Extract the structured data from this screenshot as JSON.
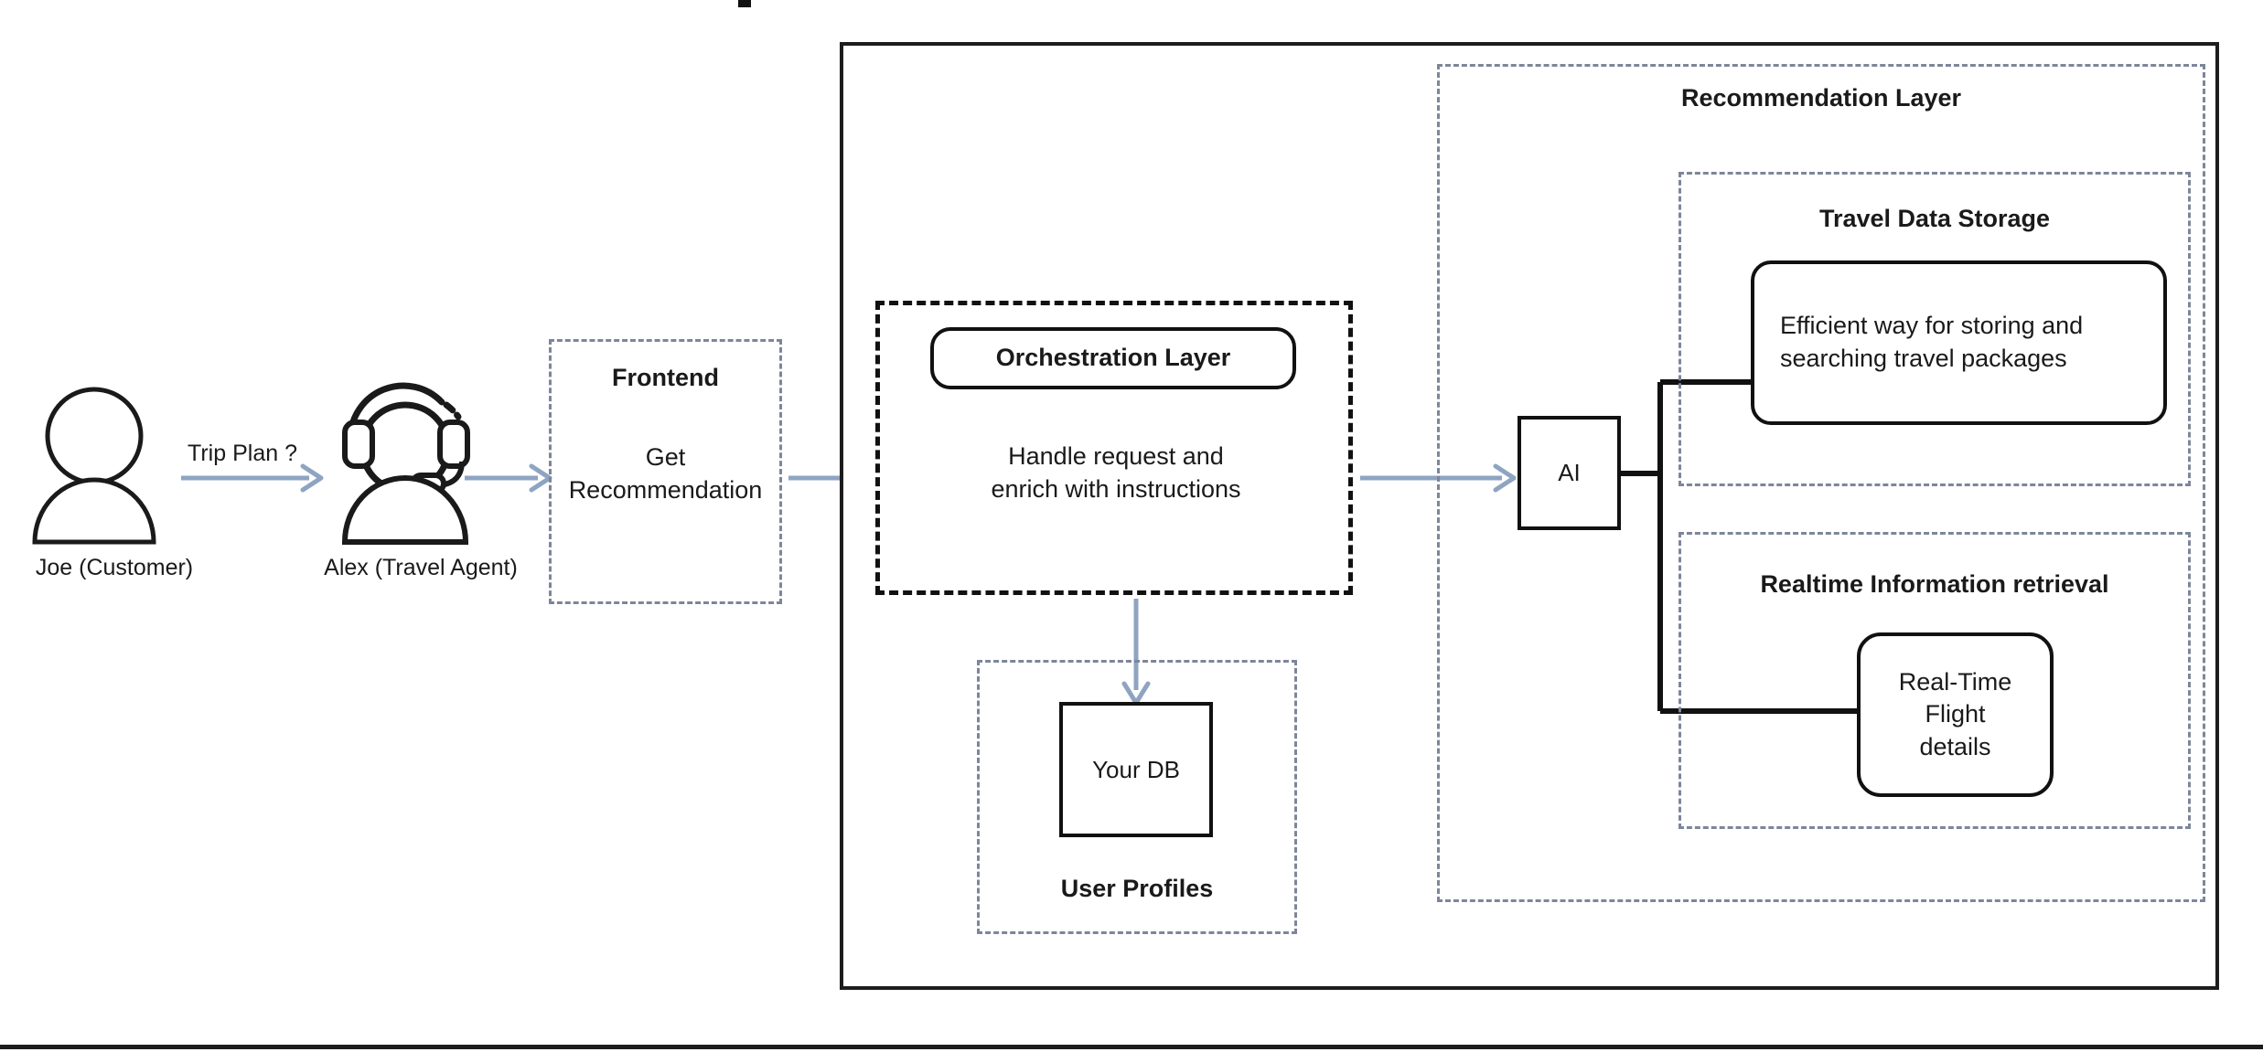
{
  "diagram": {
    "title_cutoff": "",
    "actors": [
      {
        "id": "customer",
        "icon": "person-icon",
        "label": "Joe (Customer)"
      },
      {
        "id": "travel-agent",
        "icon": "person-headset-icon",
        "label": "Alex (Travel Agent)"
      }
    ],
    "edges": [
      {
        "id": "trip-plan",
        "label": "Trip Plan ?",
        "color": "#8ea4c2",
        "style": "solid-arrow"
      },
      {
        "id": "agent-to-frontend",
        "label": "",
        "color": "#8ea4c2",
        "style": "solid-arrow"
      },
      {
        "id": "frontend-to-orchestration",
        "label": "",
        "color": "#8ea4c2",
        "style": "solid-arrow"
      },
      {
        "id": "orchestration-to-ai",
        "label": "",
        "color": "#8ea4c2",
        "style": "solid-arrow"
      },
      {
        "id": "orchestration-to-userdb",
        "label": "",
        "color": "#8ea4c2",
        "style": "solid-arrow-down"
      },
      {
        "id": "ai-to-travel-data",
        "label": "",
        "color": "#111111",
        "style": "elbow-arrow"
      },
      {
        "id": "ai-to-realtime",
        "label": "",
        "color": "#111111",
        "style": "elbow-arrow"
      }
    ],
    "frontend": {
      "title": "Frontend",
      "body": "Get\nRecommendation",
      "border": "#7d8699"
    },
    "orchestration": {
      "title": "Orchestration Layer",
      "body": "Handle request and\nenrich with instructions",
      "border": "#111111"
    },
    "user_profiles": {
      "title": "User Profiles",
      "db_label": "Your DB",
      "border": "#7d8699"
    },
    "ai_node": {
      "label": "AI",
      "border": "#111111"
    },
    "recommendation_layer": {
      "title": "Recommendation Layer",
      "border": "#7d8699",
      "groups": [
        {
          "id": "travel-data-storage",
          "title": "Travel Data Storage",
          "card": "Efficient way for storing and\nsearching travel packages"
        },
        {
          "id": "realtime-information-retrieval",
          "title": "Realtime Information retrieval",
          "card": "Real-Time Flight\ndetails"
        }
      ]
    },
    "colors": {
      "accent_arrow": "#8ea4c2",
      "dashed_gray": "#7d8699",
      "solid_black": "#111111",
      "background": "#ffffff"
    }
  }
}
